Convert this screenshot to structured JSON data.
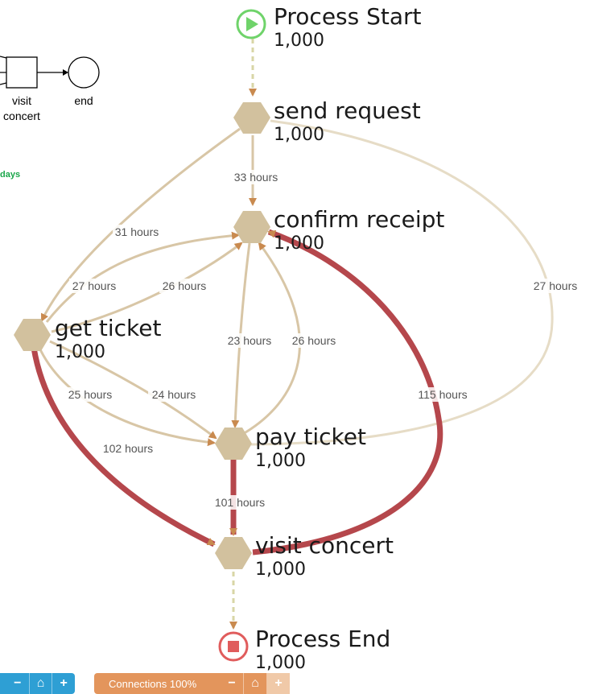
{
  "process": {
    "start": {
      "name": "Process Start",
      "count": "1,000"
    },
    "end": {
      "name": "Process End",
      "count": "1,000"
    },
    "activities": [
      {
        "key": "send_request",
        "name": "send request",
        "count": "1,000"
      },
      {
        "key": "confirm_receipt",
        "name": "confirm receipt",
        "count": "1,000"
      },
      {
        "key": "get_ticket",
        "name": "get ticket",
        "count": "1,000"
      },
      {
        "key": "pay_ticket",
        "name": "pay ticket",
        "count": "1,000"
      },
      {
        "key": "visit_concert",
        "name": "visit concert",
        "count": "1,000"
      }
    ]
  },
  "edges": [
    {
      "from": "send_request",
      "to": "confirm_receipt",
      "label": "33 hours"
    },
    {
      "from": "send_request",
      "to": "get_ticket",
      "label": "31 hours"
    },
    {
      "from": "send_request",
      "to": "pay_ticket",
      "label": "27 hours"
    },
    {
      "from": "get_ticket",
      "to": "confirm_receipt",
      "label": "27 hours"
    },
    {
      "from": "get_ticket",
      "to": "confirm_receipt",
      "label": "26 hours"
    },
    {
      "from": "confirm_receipt",
      "to": "pay_ticket",
      "label": "23 hours"
    },
    {
      "from": "pay_ticket",
      "to": "confirm_receipt",
      "label": "26 hours"
    },
    {
      "from": "get_ticket",
      "to": "pay_ticket",
      "label": "25 hours"
    },
    {
      "from": "get_ticket",
      "to": "pay_ticket",
      "label": "24 hours"
    },
    {
      "from": "get_ticket",
      "to": "visit_concert",
      "label": "102 hours"
    },
    {
      "from": "pay_ticket",
      "to": "visit_concert",
      "label": "101 hours"
    },
    {
      "from": "visit_concert",
      "to": "confirm_receipt",
      "label": "115 hours"
    }
  ],
  "inset": {
    "visit_label_line1": "visit",
    "visit_label_line2": "concert",
    "end_label": "end",
    "green_text": "days"
  },
  "toolbar": {
    "zoom_minus": "−",
    "home_glyph": "⌂",
    "zoom_plus": "+",
    "connections_label": "Connections 100%",
    "conn_minus": "−",
    "conn_home": "⌂",
    "conn_plus": "+"
  },
  "colors": {
    "node_fill": "#d2c19e",
    "edge_light": "#d8c6a6",
    "edge_heavy": "#b5474c",
    "start_green": "#6fd36a",
    "end_red": "#e05c5c",
    "arrow": "#c98a4f"
  }
}
